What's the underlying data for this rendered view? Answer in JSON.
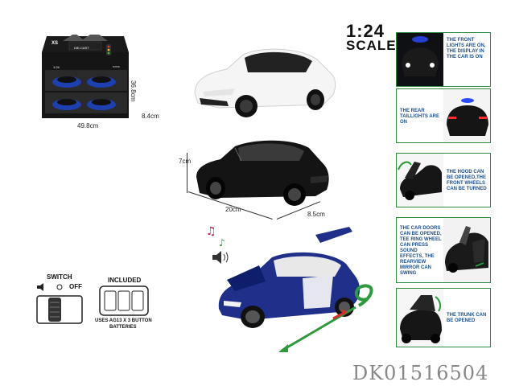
{
  "scale": {
    "number": "1:24",
    "word": "SCALE"
  },
  "box": {
    "width": "49.8cm",
    "height": "36.8cm",
    "depth": "8.4cm",
    "brand": "XS",
    "sub1": "DIE-CAST",
    "sub2": "1:24",
    "sub3": "6 PCS"
  },
  "car_black": {
    "length": "20cm",
    "width": "8.5cm",
    "height": "7cm"
  },
  "switch": {
    "title": "SWITCH",
    "off": "OFF"
  },
  "included": {
    "title": "INCLUDED",
    "note_line1": "USES AG13 X 3 BUTTON",
    "note_line2": "BATTERIES"
  },
  "panels": [
    {
      "caption": "THE FRONT LIGHTS ARE ON, THE DISPLAY IN THE CAR IS ON"
    },
    {
      "caption": "THE REAR TAILLIGHTS ARE ON"
    },
    {
      "caption": "THE HOOD CAN BE OPENED,THE FRONT WHEELS CAN BE TURNED"
    },
    {
      "caption": "THE CAR DOORS CAN BE OPENED, TEE RING WHEEL CAN PRESS SOUND EFFECTS, THE REARVIEW MIRROR CAN SWING"
    },
    {
      "caption": "THE TRUNK CAN BE OPENED"
    }
  ],
  "product_code": "DK01516504",
  "colors": {
    "accent_green": "#2e8a3e",
    "caption_blue": "#1d4f8c",
    "car_blue": "#1f2f8a"
  }
}
